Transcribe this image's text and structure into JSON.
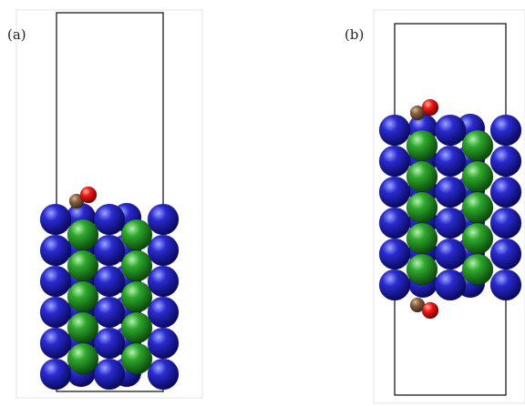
{
  "figure": {
    "panels": [
      {
        "label": "(a)",
        "adsorbates": [
          "top"
        ]
      },
      {
        "label": "(b)",
        "adsorbates": [
          "top",
          "bottom"
        ]
      }
    ]
  },
  "colors": {
    "background": "#ffffff",
    "cell_box": "#1a1a1a",
    "frame": "#e6e6e6",
    "blue_atom": "#1a1aa8",
    "green_atom": "#1f8a1f",
    "brown_atom": "#7a5538",
    "red_atom": "#e01010"
  }
}
